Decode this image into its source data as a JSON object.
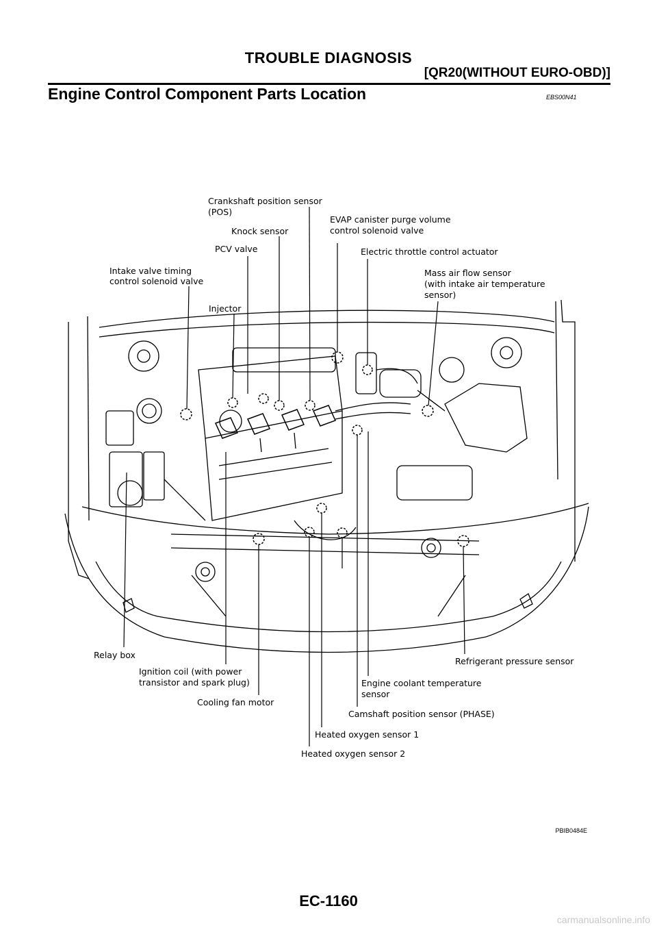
{
  "header": {
    "title": "TROUBLE DIAGNOSIS",
    "subtitle": "[QR20(WITHOUT EURO-OBD)]"
  },
  "section": {
    "title": "Engine Control Component Parts Location",
    "code": "EBS00N41"
  },
  "figure": {
    "labels": {
      "crankshaft_l1": "Crankshaft position sensor",
      "crankshaft_l2": "(POS)",
      "evap_l1": "EVAP canister purge volume",
      "evap_l2": "control solenoid valve",
      "knock": "Knock sensor",
      "electric_throttle": "Electric throttle control actuator",
      "pcv": "PCV valve",
      "intake_l1": "Intake valve timing",
      "intake_l2": "control solenoid valve",
      "maf_l1": "Mass air flow sensor",
      "maf_l2": "(with intake air temperature",
      "maf_l3": "sensor)",
      "injector": "Injector",
      "relay_box": "Relay box",
      "refrigerant": "Refrigerant pressure sensor",
      "ignition_l1": "Ignition coil (with power",
      "ignition_l2": "transistor and spark plug)",
      "coolant_l1": "Engine coolant temperature",
      "coolant_l2": "sensor",
      "cooling_fan": "Cooling fan motor",
      "camshaft": "Camshaft position sensor (PHASE)",
      "ho2s1": "Heated oxygen sensor 1",
      "ho2s2": "Heated oxygen sensor 2"
    },
    "code": "PBIB0484E"
  },
  "footer": {
    "page_number": "EC-1160",
    "watermark": "carmanualsonline.info"
  }
}
